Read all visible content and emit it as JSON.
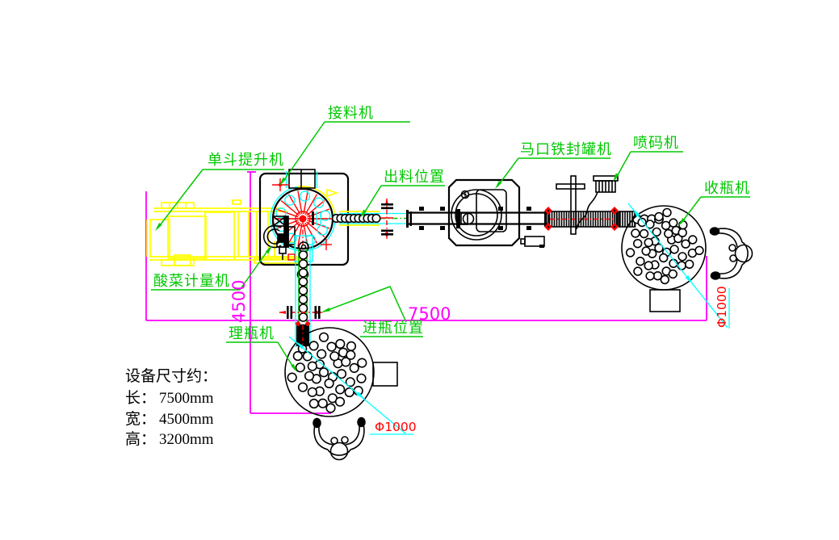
{
  "drawing": {
    "labels": {
      "receiver": "接料机",
      "bucket_elevator": "单斗提升机",
      "discharge_position": "出料位置",
      "can_seamer": "马口铁封罐机",
      "inkjet_coder": "喷码机",
      "bottle_collector": "收瓶机",
      "pickle_meter": "酸菜计量机",
      "bottle_unscrambler": "理瓶机",
      "bottle_inlet_position": "进瓶位置"
    },
    "dimensions": {
      "length": "7500",
      "width": "4500",
      "unscrambler_diameter": "Φ1000",
      "collector_diameter": "Φ1000"
    },
    "title_block": {
      "heading": "设备尺寸约：",
      "rows": [
        {
          "name": "长：",
          "value": "7500mm"
        },
        {
          "name": "宽：",
          "value": "4500mm"
        },
        {
          "name": "高：",
          "value": "3200mm"
        }
      ]
    },
    "colors": {
      "green": "#00c800",
      "magenta": "#ff00ff",
      "yellow": "#ffff00",
      "cyan": "#00ffff",
      "red": "#ff0000",
      "bg": "#ffffff"
    }
  }
}
